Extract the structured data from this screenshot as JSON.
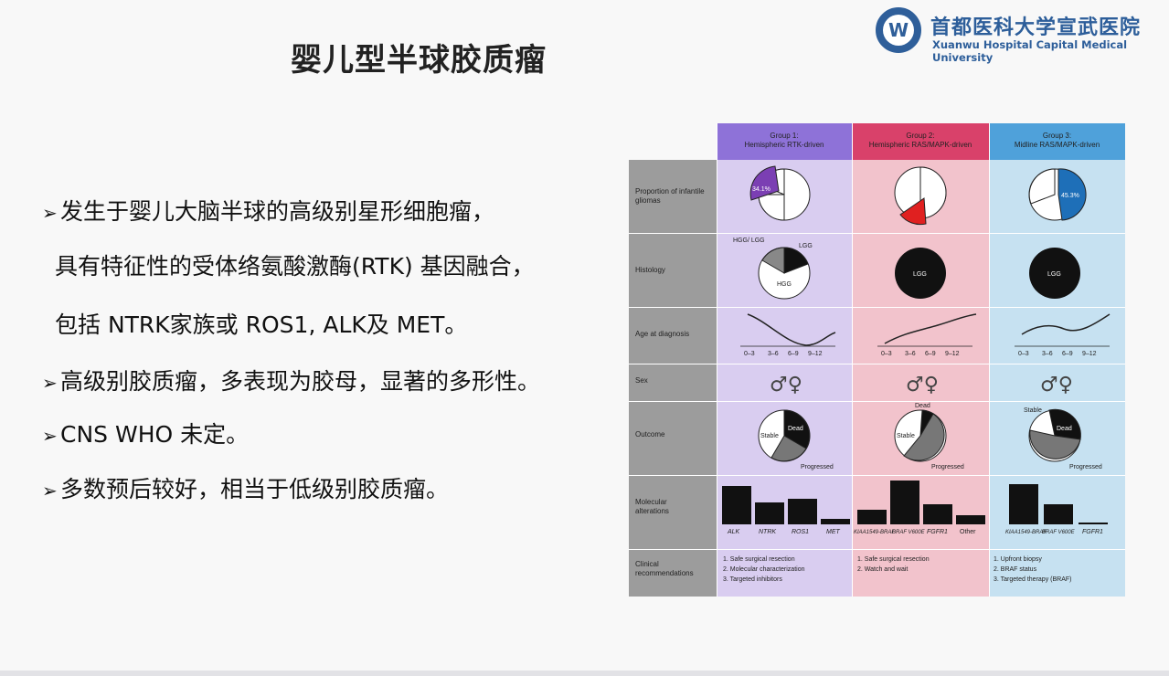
{
  "slide": {
    "title": "婴儿型半球胶质瘤",
    "logo": {
      "cn": "首都医科大学宣武医院",
      "en": "Xuanwu Hospital Capital Medical University"
    },
    "bullets": [
      {
        "arrow": "➢",
        "text": "发生于婴儿大脑半球的高级别星形细胞瘤，"
      },
      {
        "arrow": "",
        "text": "具有特征性的受体络氨酸激酶(RTK) 基因融合，"
      },
      {
        "arrow": "",
        "text": "包括 NTRK家族或 ROS1, ALK及 MET。"
      },
      {
        "arrow": "➢",
        "text": "高级别胶质瘤，多表现为胶母，显著的多形性。"
      },
      {
        "arrow": "➢",
        "text": "CNS WHO 未定。"
      },
      {
        "arrow": "➢",
        "text": "多数预后较好，相当于低级别胶质瘤。"
      }
    ]
  },
  "figure": {
    "groups": [
      {
        "title": "Group 1:",
        "subtitle": "Hemispheric RTK-driven",
        "color": "#8e72d8"
      },
      {
        "title": "Group 2:",
        "subtitle": "Hemispheric RAS/MAPK-driven",
        "color": "#d9416a"
      },
      {
        "title": "Group 3:",
        "subtitle": "Midline RAS/MAPK-driven",
        "color": "#4fa1da"
      }
    ],
    "row_labels": {
      "proportion": "Proportion of infantile gliomas",
      "histology": "Histology",
      "age": "Age at diagnosis",
      "sex": "Sex",
      "outcome": "Outcome",
      "molecular": "Molecular alterations",
      "clinical": "Clinical recommendations"
    },
    "proportion_values": [
      "34.1%",
      "",
      "45.3%"
    ],
    "histology": {
      "g1_labels": [
        "HGG/ LGG",
        "LGG",
        "HGG"
      ],
      "g2_label": "LGG",
      "g3_label": "LGG"
    },
    "age_ticks": [
      "0–3",
      "3–6",
      "6–9",
      "9–12"
    ],
    "sex_symbols": "♂♀",
    "outcome_labels": {
      "stable": "Stable",
      "dead": "Dead",
      "progressed": "Progressed"
    },
    "molecular": {
      "g1": [
        "ALK",
        "NTRK",
        "ROS1",
        "MET"
      ],
      "g2": [
        "KIAA1549-BRAF",
        "BRAF V600E",
        "FGFR1",
        "Other"
      ],
      "g3": [
        "KIAA1549-BRAF",
        "BRAF V600E",
        "FGFR1"
      ]
    },
    "recommendations": {
      "g1": [
        "1. Safe surgical resection",
        "2. Molecular characterization",
        "3. Targeted inhibitors"
      ],
      "g2": [
        "1. Safe surgical resection",
        "2. Watch and wait"
      ],
      "g3": [
        "1. Upfront biopsy",
        "2. BRAF status",
        "3. Targeted therapy (BRAF)"
      ]
    }
  }
}
